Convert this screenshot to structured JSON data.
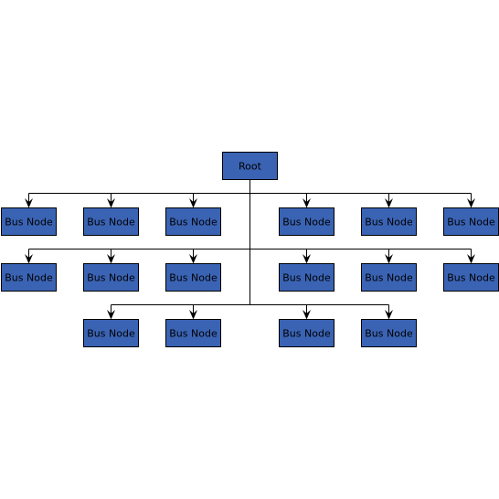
{
  "colors": {
    "node_fill": "#3a63b4",
    "node_stroke": "#000000",
    "edge": "#000000",
    "background": "#ffffff"
  },
  "root": {
    "label": "Root"
  },
  "rows": [
    {
      "nodes": [
        {
          "label": "Bus Node"
        },
        {
          "label": "Bus Node"
        },
        {
          "label": "Bus Node"
        },
        {
          "label": "Bus Node"
        },
        {
          "label": "Bus Node"
        },
        {
          "label": "Bus Node"
        }
      ]
    },
    {
      "nodes": [
        {
          "label": "Bus Node"
        },
        {
          "label": "Bus Node"
        },
        {
          "label": "Bus Node"
        },
        {
          "label": "Bus Node"
        },
        {
          "label": "Bus Node"
        },
        {
          "label": "Bus Node"
        }
      ]
    },
    {
      "nodes": [
        {
          "label": "Bus Node"
        },
        {
          "label": "Bus Node"
        },
        {
          "label": "Bus Node"
        },
        {
          "label": "Bus Node"
        }
      ]
    }
  ]
}
